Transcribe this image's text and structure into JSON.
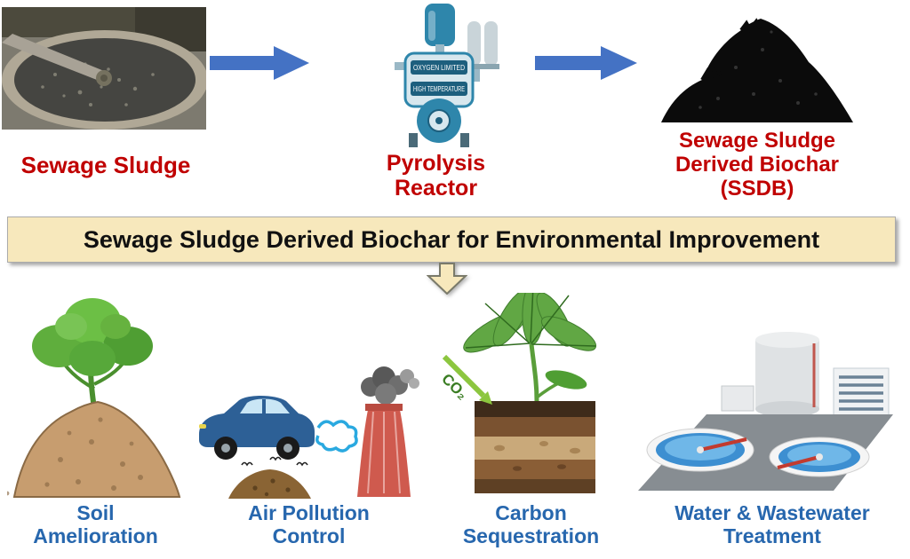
{
  "process": {
    "sludge_label": "Sewage Sludge",
    "reactor_label": "Pyrolysis\nReactor",
    "reactor_plate1": "OXYGEN LIMITED",
    "reactor_plate2": "HIGH TEMPERATURE",
    "biochar_label": "Sewage Sludge\nDerived Biochar\n(SSDB)"
  },
  "banner": {
    "text": "Sewage Sludge Derived Biochar for Environmental Improvement"
  },
  "applications": [
    {
      "label": "Soil\nAmelioration"
    },
    {
      "label": "Air Pollution\nControl"
    },
    {
      "label": "Carbon\nSequestration",
      "annotation": "CO₂"
    },
    {
      "label": "Water & Wastewater\nTreatment"
    }
  ],
  "colors": {
    "label_red": "#C00000",
    "label_blue": "#2767AE",
    "arrow_blue": "#4472C4",
    "banner_bg": "#F7E8BC"
  }
}
